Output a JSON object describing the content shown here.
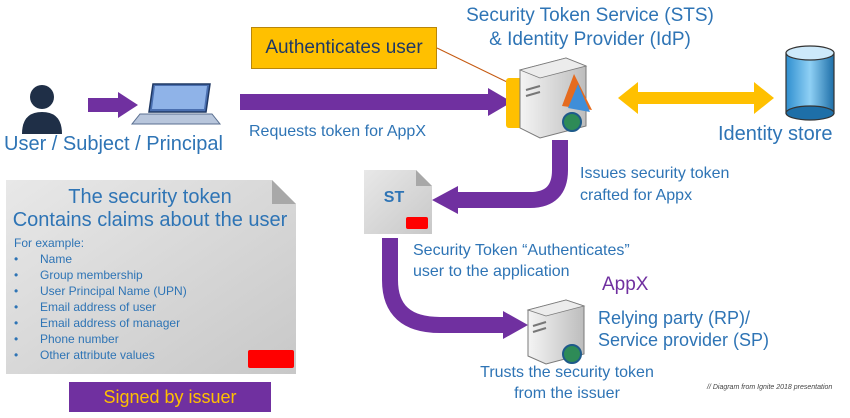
{
  "sts": {
    "title_line1": "Security Token Service (STS)",
    "title_line2": "& Identity Provider (IdP)"
  },
  "auth_box": {
    "text": "Authenticates user"
  },
  "user": {
    "label": "User / Subject / Principal"
  },
  "request": {
    "label": "Requests token for AppX"
  },
  "identity_store": {
    "label": "Identity store"
  },
  "issues": {
    "line1": "Issues security token",
    "line2": "crafted for Appx"
  },
  "token_doc": {
    "label": "ST"
  },
  "st_auth": {
    "line1": "Security Token “Authenticates”",
    "line2": "user to the application"
  },
  "appx": {
    "label": "AppX"
  },
  "rp": {
    "line1": "Relying party (RP)/",
    "line2": "Service provider (SP)"
  },
  "trust": {
    "line1": "Trusts the security token",
    "line2": "from the issuer"
  },
  "credit": "// Diagram from Ignite 2018 presentation",
  "security_token": {
    "title": "The security token",
    "subtitle": "Contains claims about the  user",
    "example_label": "For example:",
    "claims": [
      "Name",
      "Group membership",
      "User Principal Name (UPN)",
      "Email address of user",
      "Email address of manager",
      "Phone number",
      "Other attribute values"
    ]
  },
  "signed": {
    "text": "Signed by issuer"
  },
  "colors": {
    "accent_purple": "#7030a0",
    "accent_gold": "#ffc000",
    "label_blue": "#2e74b5",
    "doc_grey": "#d9d9d9"
  }
}
